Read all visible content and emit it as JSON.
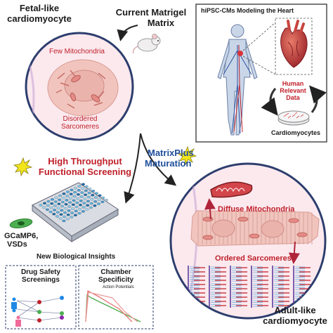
{
  "fetal_label_line1": "Fetal-like",
  "fetal_label_line2": "cardiomyocyte",
  "current_matrix_line1": "Current Matrigel",
  "current_matrix_line2": "Matrix",
  "few_mitochondria": "Few Mitochondria",
  "disordered_line1": "Disordered",
  "disordered_line2": "Sarcomeres",
  "hipsc_box_title": "hiPSC-CMs Modeling the Heart",
  "human_relevant_line1": "Human",
  "human_relevant_line2": "Relevant",
  "human_relevant_line3": "Data",
  "cardiomyocytes_label": "Cardiomyocytes",
  "high_throughput_line1": "High Throughput",
  "high_throughput_line2": "Functional Screening",
  "matrixplus_line1": "MatrixPlus",
  "matrixplus_line2": "Maturation",
  "gcamp_line1": "GCaMP6,",
  "gcamp_line2": "VSDs",
  "new_insights": "New Biological  Insights",
  "drug_safety_line1": "Drug Safety",
  "drug_safety_line2": "Screenings",
  "chamber_line1": "Chamber",
  "chamber_line2": "Specificity",
  "action_potentials": "Action Potentials",
  "diffuse_mitochondria": "Diffuse Mitochondria",
  "ordered_sarcomeres": "Ordered Sarcomeres",
  "adult_line1": "Adult-like",
  "adult_line2": "cardiomyocyte",
  "colors": {
    "red_text": "#c0202a",
    "blue_text": "#1e4e9a",
    "dark_text": "#1a1a1a",
    "cell_pink": "#f4c9c3",
    "circle_border": "#2d3e6e",
    "burst_yellow": "#f2e51a"
  },
  "icons": [
    "mouse-icon",
    "human-body-icon",
    "heart-icon",
    "petri-dish-icon",
    "well-plate-icon",
    "burst-icon",
    "green-cell-icon",
    "mitochondrion-icon"
  ]
}
